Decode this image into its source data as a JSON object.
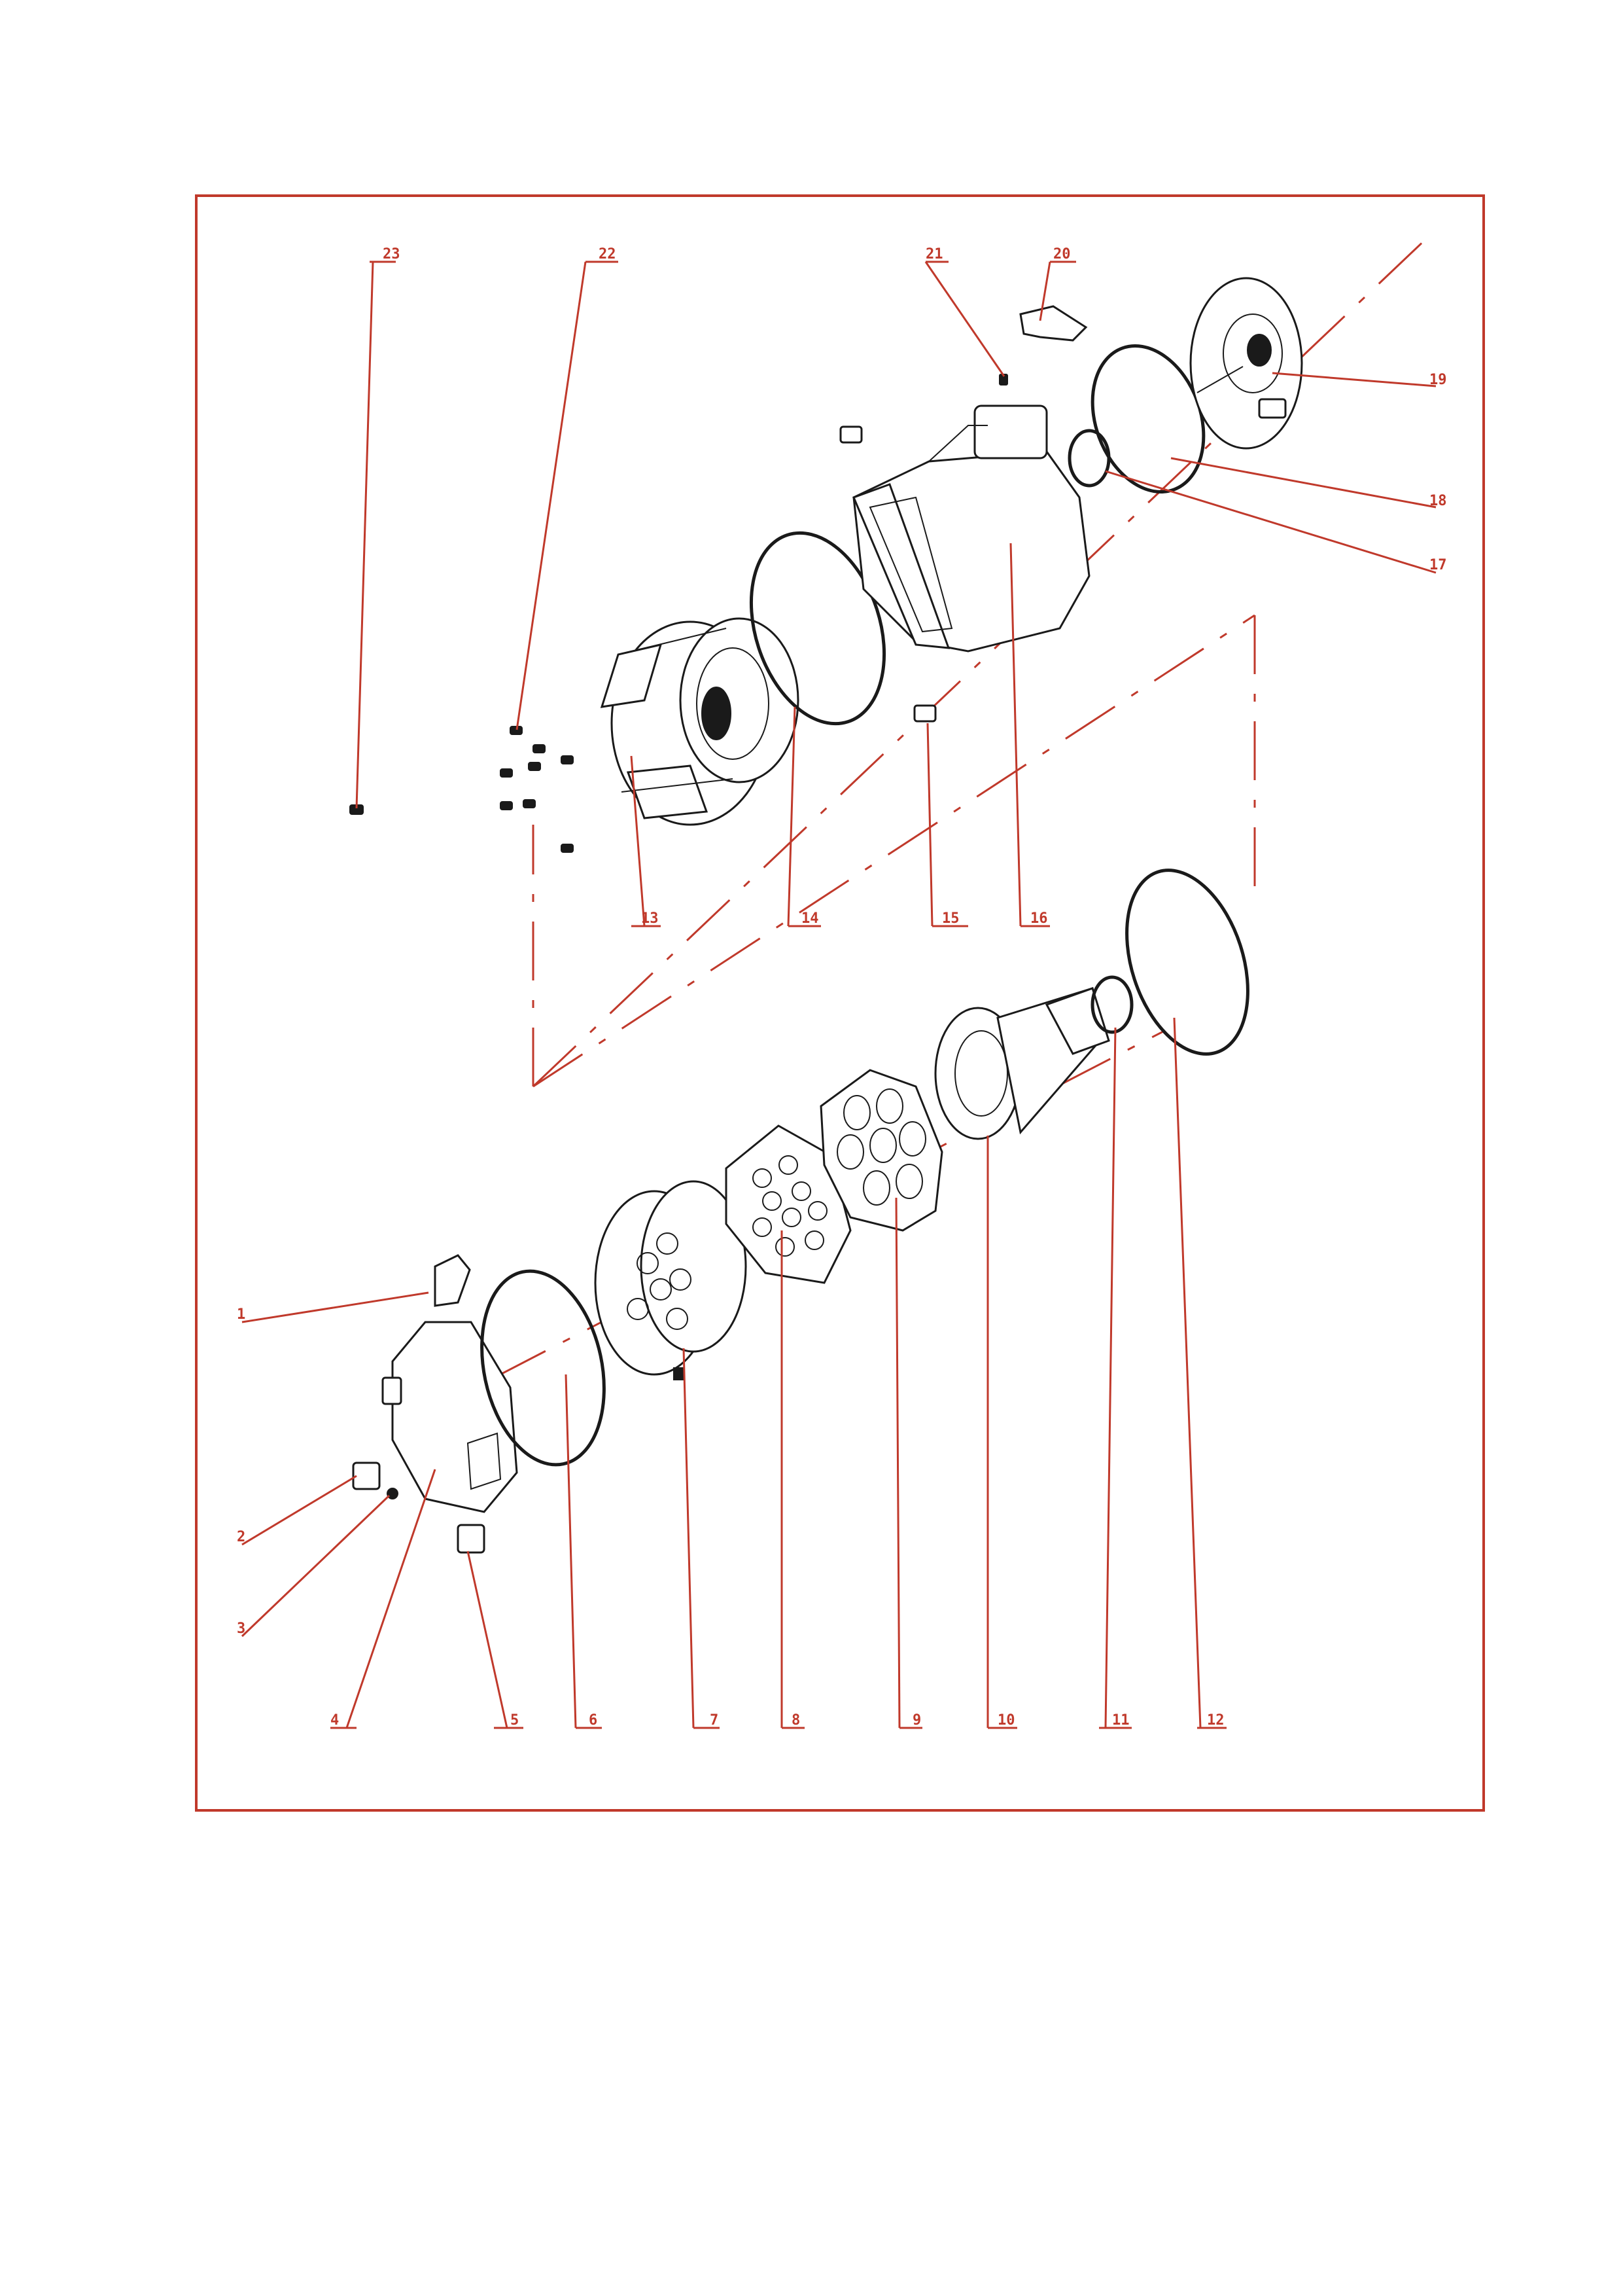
{
  "diagram": {
    "type": "exploded-parts-diagram",
    "colors": {
      "frame": "#c0392b",
      "callouts": "#c0392b",
      "linework": "#1a1a1a",
      "background": "#ffffff"
    },
    "callouts": [
      {
        "id": "c1",
        "label": "1"
      },
      {
        "id": "c2",
        "label": "2"
      },
      {
        "id": "c3",
        "label": "3"
      },
      {
        "id": "c4",
        "label": "4"
      },
      {
        "id": "c5",
        "label": "5"
      },
      {
        "id": "c6",
        "label": "6"
      },
      {
        "id": "c7",
        "label": "7"
      },
      {
        "id": "c8",
        "label": "8"
      },
      {
        "id": "c9",
        "label": "9"
      },
      {
        "id": "c10",
        "label": "10"
      },
      {
        "id": "c11",
        "label": "11"
      },
      {
        "id": "c12",
        "label": "12"
      },
      {
        "id": "c13",
        "label": "13"
      },
      {
        "id": "c14",
        "label": "14"
      },
      {
        "id": "c15",
        "label": "15"
      },
      {
        "id": "c16",
        "label": "16"
      },
      {
        "id": "c17",
        "label": "17"
      },
      {
        "id": "c18",
        "label": "18"
      },
      {
        "id": "c19",
        "label": "19"
      },
      {
        "id": "c20",
        "label": "20"
      },
      {
        "id": "c21",
        "label": "21"
      },
      {
        "id": "c22",
        "label": "22"
      },
      {
        "id": "c23",
        "label": "23"
      }
    ]
  }
}
